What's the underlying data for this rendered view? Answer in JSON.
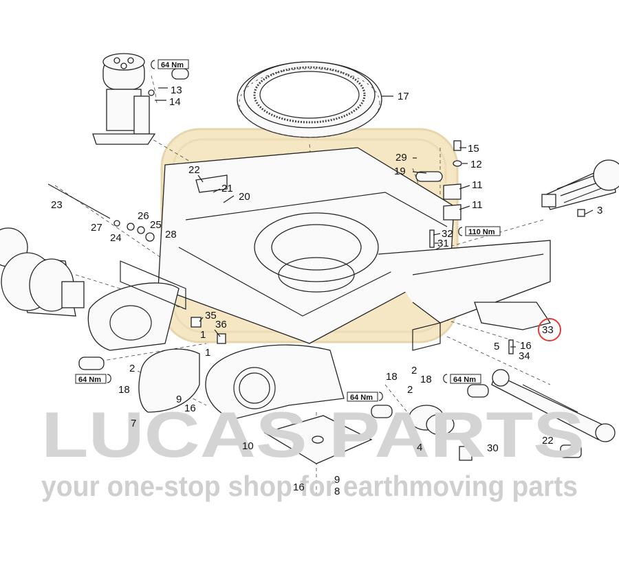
{
  "watermark": {
    "brand": "LUCAS PARTS",
    "tagline": "your one-stop shop for earthmoving parts"
  },
  "colors": {
    "logo_fill": "#f6e7c4",
    "watermark": "#d4d4d4",
    "highlight": "#e53935",
    "lines": "#222222"
  },
  "highlighted_callout": "33",
  "torque_labels": [
    "64 Nm",
    "110 Nm",
    "64 Nm",
    "64 Nm",
    "64 Nm"
  ],
  "callouts": [
    "17",
    "13",
    "14",
    "15",
    "12",
    "29",
    "19",
    "22",
    "21",
    "20",
    "11",
    "11",
    "23",
    "26",
    "27",
    "25",
    "24",
    "28",
    "32",
    "31",
    "3",
    "35",
    "36",
    "1",
    "1",
    "5",
    "16",
    "34",
    "2",
    "18",
    "2",
    "18",
    "18",
    "2",
    "7",
    "9",
    "16",
    "10",
    "4",
    "30",
    "22",
    "16",
    "9",
    "8",
    "33"
  ]
}
